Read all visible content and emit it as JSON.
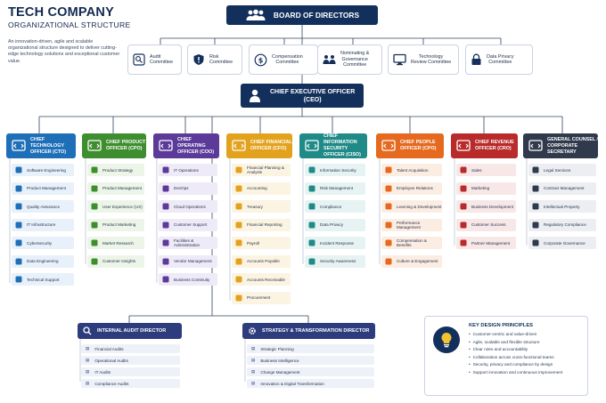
{
  "header": {
    "title": "TECH COMPANY",
    "subtitle": "ORGANIZATIONAL STRUCTURE",
    "description": "An innovation-driven, agile and scalable organizational structure designed to deliver cutting-edge technology solutions and exceptional customer value."
  },
  "board": {
    "label": "BOARD OF DIRECTORS"
  },
  "committees": [
    {
      "line1": "Audit",
      "line2": "Committee",
      "icon": "audit-search-icon"
    },
    {
      "line1": "Risk",
      "line2": "Committee",
      "icon": "shield-icon"
    },
    {
      "line1": "Compensation",
      "line2": "Committee",
      "icon": "dollar-icon"
    },
    {
      "line1": "Nominating &",
      "line2": "Governance",
      "line3": "Committee",
      "icon": "people-icon"
    },
    {
      "line1": "Technology",
      "line2": "Review Committee",
      "icon": "monitor-icon"
    },
    {
      "line1": "Data Privacy",
      "line2": "Committee",
      "icon": "lock-icon"
    }
  ],
  "ceo": {
    "line1": "CHIEF EXECUTIVE OFFICER",
    "line2": "(CEO)"
  },
  "columns": [
    {
      "line1": "CHIEF TECHNOLOGY",
      "line2": "OFFICER (CTO)",
      "color": "#1f6fb8",
      "light": "#e8f0fa",
      "items": [
        "Software Engineering",
        "Product Management",
        "Quality Assurance",
        "IT Infrastructure",
        "Cybersecurity",
        "Data Engineering",
        "Technical Support"
      ]
    },
    {
      "line1": "CHIEF PRODUCT",
      "line2": "OFFICER (CPO)",
      "color": "#3e8e2f",
      "light": "#ecf5e8",
      "items": [
        "Product Strategy",
        "Product Management",
        "User Experience (UX)",
        "Product Marketing",
        "Market Research",
        "Customer Insights"
      ]
    },
    {
      "line1": "CHIEF OPERATING",
      "line2": "OFFICER (COO)",
      "color": "#5b3a9a",
      "light": "#efeaf7",
      "items": [
        "IT Operations",
        "DevOps",
        "Cloud Operations",
        "Customer Support",
        "Facilities & Administration",
        "Vendor Management",
        "Business Continuity"
      ]
    },
    {
      "line1": "CHIEF FINANCIAL",
      "line2": "OFFICER (CFO)",
      "color": "#e3a21e",
      "light": "#fcf4e2",
      "items": [
        "Financial Planning & Analysis",
        "Accounting",
        "Treasury",
        "Financial Reporting",
        "Payroll",
        "Accounts Payable",
        "Accounts Receivable",
        "Procurement"
      ]
    },
    {
      "line1": "CHIEF INFORMATION",
      "line2": "SECURITY OFFICER (CISO)",
      "color": "#1f8a87",
      "light": "#e6f3f2",
      "items": [
        "Information Security",
        "Risk Management",
        "Compliance",
        "Data Privacy",
        "Incident Response",
        "Security Awareness"
      ]
    },
    {
      "line1": "CHIEF PEOPLE",
      "line2": "OFFICER (CPO)",
      "color": "#e5691e",
      "light": "#fcede3",
      "items": [
        "Talent Acquisition",
        "Employee Relations",
        "Learning & Development",
        "Performance Management",
        "Compensation & Benefits",
        "Culture & Engagement"
      ]
    },
    {
      "line1": "CHIEF REVENUE",
      "line2": "OFFICER (CRO)",
      "color": "#b92a2a",
      "light": "#f8e7e7",
      "items": [
        "Sales",
        "Marketing",
        "Business Development",
        "Customer Success",
        "Partner Management"
      ]
    },
    {
      "line1": "GENERAL COUNSEL /",
      "line2": "CORPORATE SECRETARY",
      "color": "#303a4c",
      "light": "#eceef2",
      "items": [
        "Legal Services",
        "Contract Management",
        "Intellectual Property",
        "Regulatory Compliance",
        "Corporate Governance"
      ]
    }
  ],
  "internal_audit": {
    "label": "INTERNAL AUDIT DIRECTOR",
    "items": [
      "Financial Audits",
      "Operational Audits",
      "IT Audits",
      "Compliance Audits"
    ]
  },
  "strategy": {
    "label": "STRATEGY & TRANSFORMATION DIRECTOR",
    "items": [
      "Strategic Planning",
      "Business Intelligence",
      "Change Management",
      "Innovation & Digital Transformation"
    ]
  },
  "principles": {
    "title": "KEY DESIGN PRINCIPLES",
    "items": [
      "Customer-centric and value-driven",
      "Agile, scalable and flexible structure",
      "Clear roles and accountability",
      "Collaboration across cross-functional teams",
      "Security, privacy and compliance by design",
      "Support innovation and continuous improvement"
    ]
  },
  "colors": {
    "navy": "#13305c",
    "indigo": "#2d3c7d"
  }
}
